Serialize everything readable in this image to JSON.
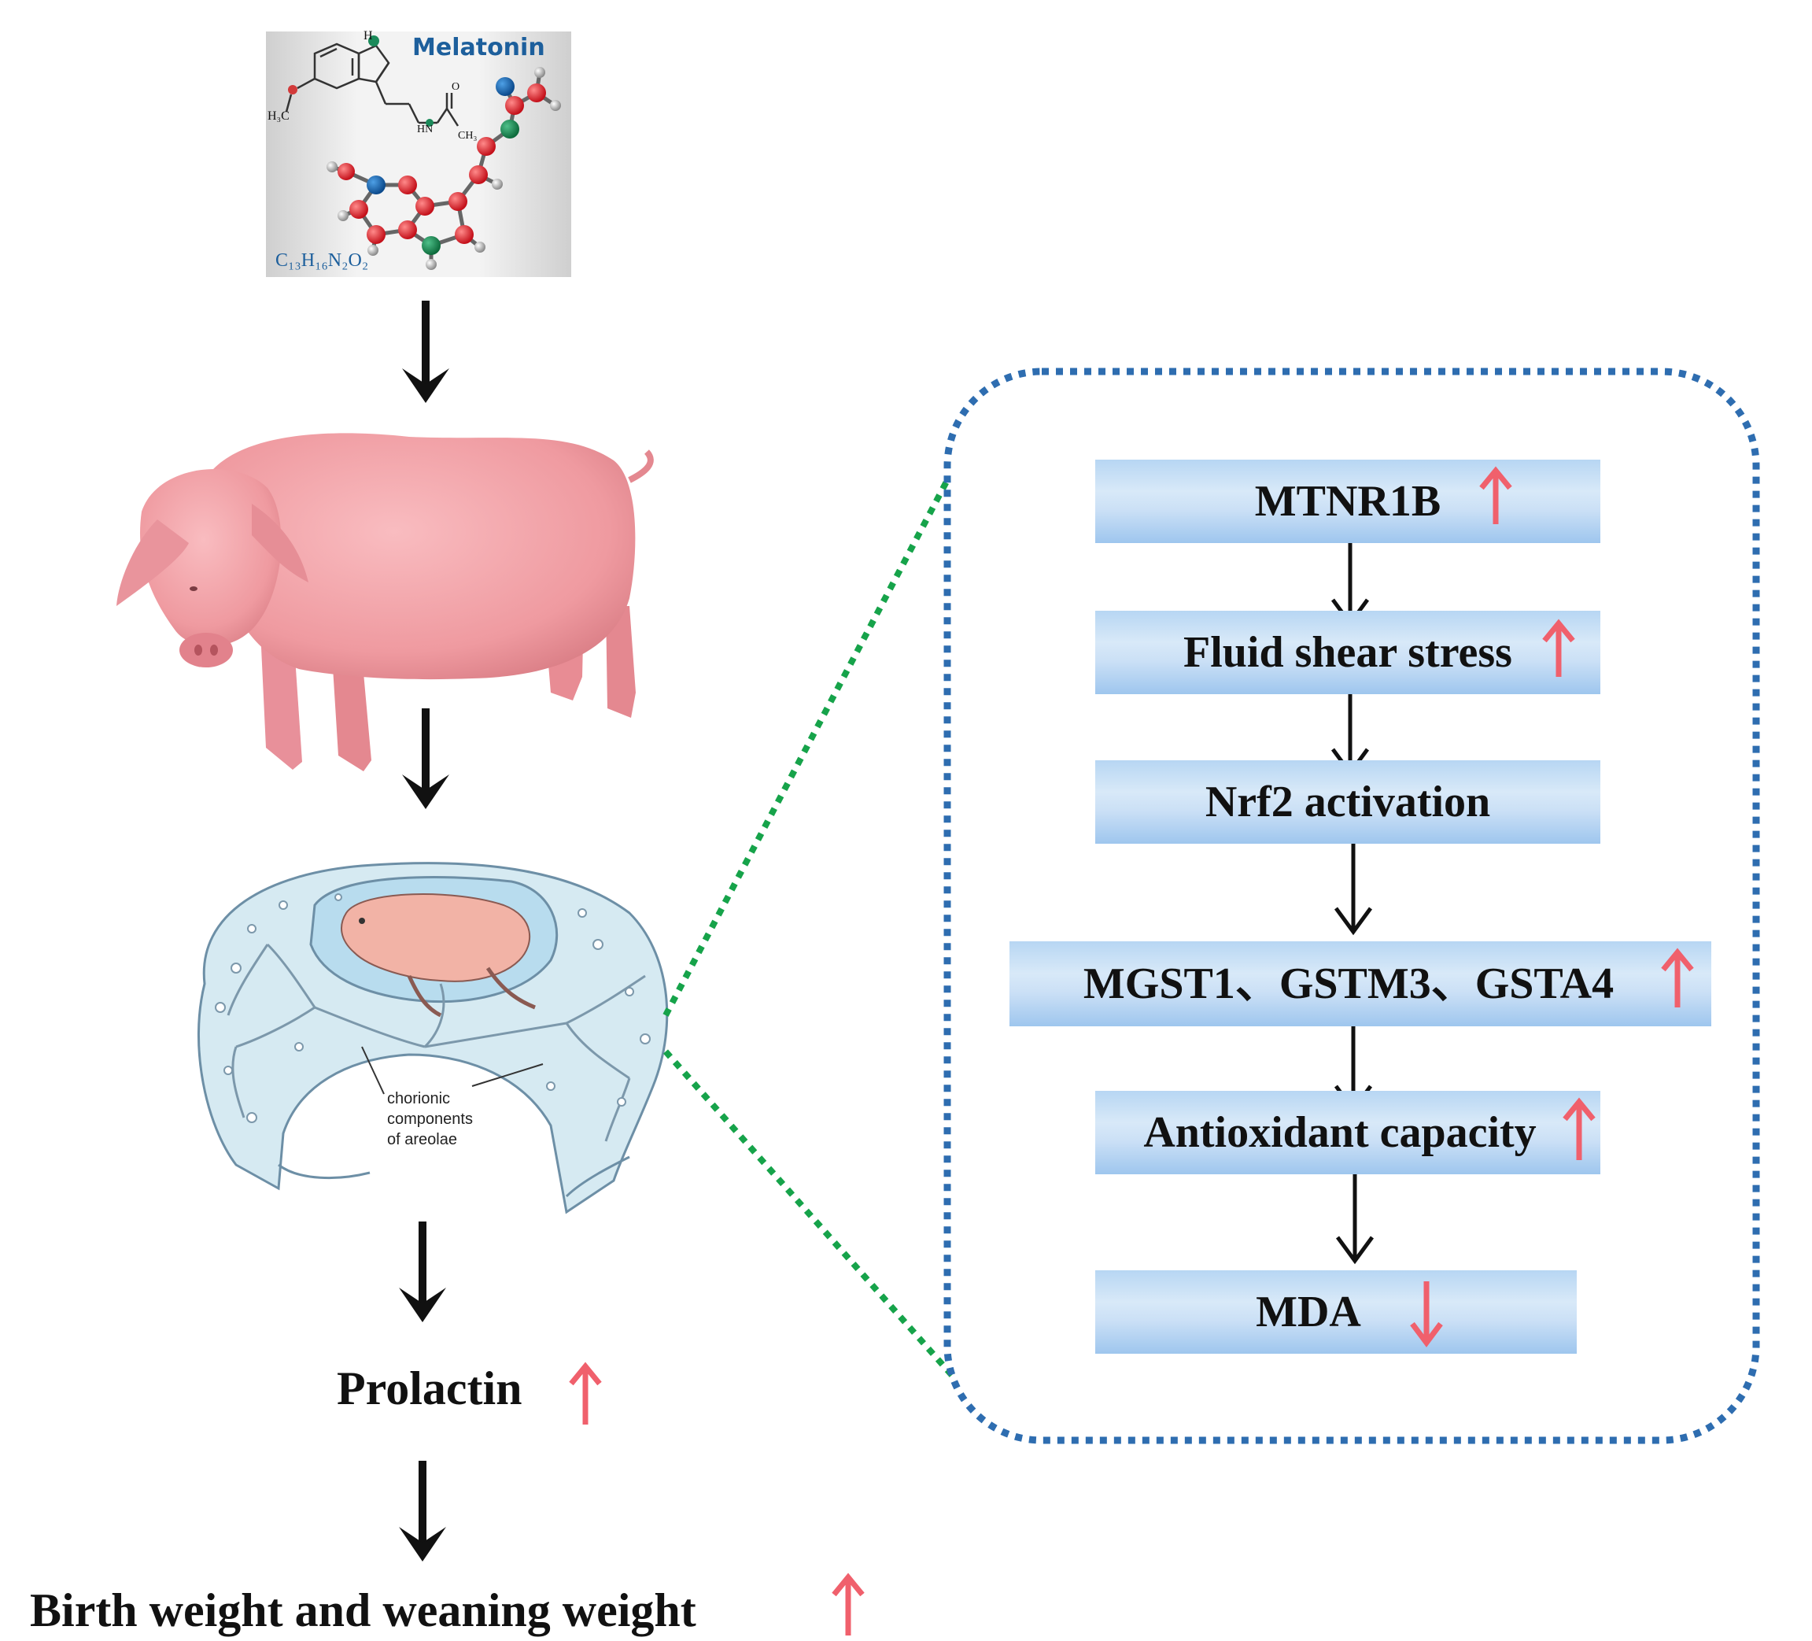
{
  "melatonin_panel": {
    "name": "Melatonin",
    "formula": "C₁₃H₁₆N₂O₂"
  },
  "placenta_label": [
    "chorionic",
    "components",
    "of areolae"
  ],
  "outcomes": {
    "prolactin": "Prolactin",
    "weight": "Birth weight and weaning weight"
  },
  "pathway": [
    {
      "label": "MTNR1B",
      "change": "up"
    },
    {
      "label": "Fluid shear stress",
      "change": "up"
    },
    {
      "label": "Nrf2 activation",
      "change": "none"
    },
    {
      "label": "MGST1、GSTM3、GSTA4",
      "change": "up"
    },
    {
      "label": "Antioxidant capacity",
      "change": "up"
    },
    {
      "label": "MDA",
      "change": "down"
    }
  ],
  "colors": {
    "up_arrow": "#f0606c",
    "down_arrow": "#f0606c",
    "zoom_border": "#2e6db0",
    "zoom_connector": "#16a34a",
    "box_fill": "#c9e0f6",
    "pig_body": "#f4a3a8",
    "placenta_fill": "#d6eaf2"
  },
  "icons": {
    "increase": "arrow-up-icon",
    "decrease": "arrow-down-icon",
    "flow": "arrow-down-flow-icon"
  }
}
